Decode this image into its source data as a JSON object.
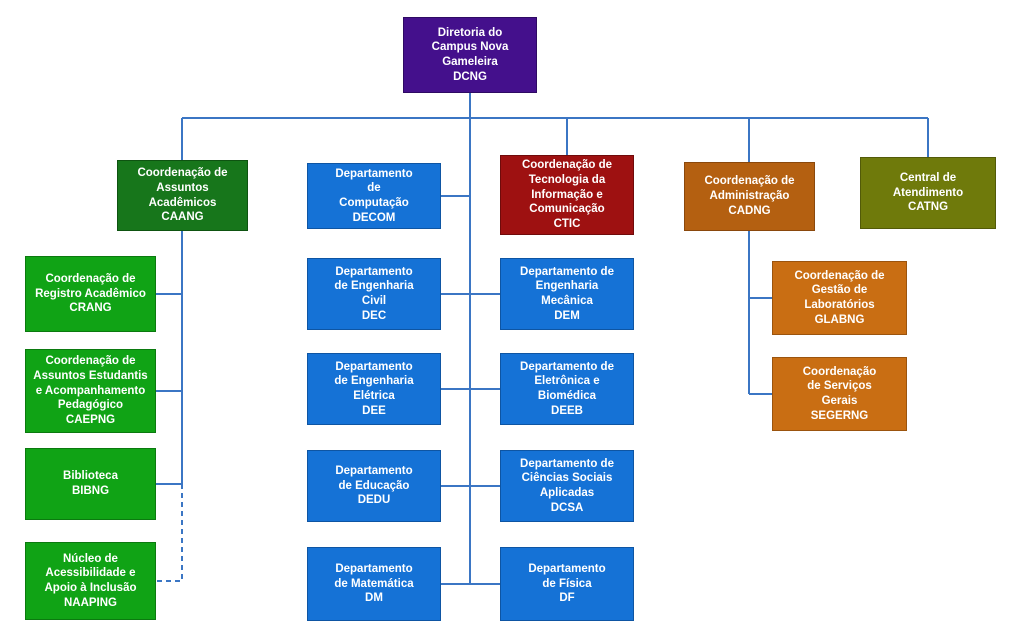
{
  "diagram": {
    "type": "org-chart",
    "subject": "Campus Nova Gameleira"
  },
  "colors": {
    "root_purple": "#44108C",
    "coordination_dark_green": "#17761B",
    "department_blue": "#1572D6",
    "it_dark_red": "#9E1111",
    "administration_brown": "#B46011",
    "service_olive": "#6F7A0B",
    "sub_coordination_green": "#10A315",
    "sub_coordination_orange": "#C96E13",
    "connector_blue": "#3B76C4",
    "text": "#FFFFFF",
    "background": "#FFFFFF"
  },
  "nodes": {
    "dcng": {
      "text": "Diretoria do\nCampus Nova\nGameleira\nDCNG",
      "acronym": "DCNG"
    },
    "caang": {
      "text": "Coordenação de\nAssuntos\nAcadêmicos\nCAANG",
      "acronym": "CAANG"
    },
    "decom": {
      "text": "Departamento\nde\nComputação\nDECOM",
      "acronym": "DECOM"
    },
    "ctic": {
      "text": "Coordenação de\nTecnologia da\nInformação e\nComunicação\nCTIC",
      "acronym": "CTIC"
    },
    "cadng": {
      "text": "Coordenação de\nAdministração\nCADNG",
      "acronym": "CADNG"
    },
    "catng": {
      "text": "Central de\nAtendimento\nCATNG",
      "acronym": "CATNG"
    },
    "crang": {
      "text": "Coordenação de\nRegistro Acadêmico\nCRANG",
      "acronym": "CRANG"
    },
    "caepng": {
      "text": "Coordenação de\nAssuntos Estudantis\ne Acompanhamento\nPedagógico\nCAEPNG",
      "acronym": "CAEPNG"
    },
    "bibng": {
      "text": "Biblioteca\nBIBNG",
      "acronym": "BIBNG"
    },
    "naaping": {
      "text": "Núcleo de\nAcessibilidade e\nApoio à Inclusão\nNAAPING",
      "acronym": "NAAPING"
    },
    "dec": {
      "text": "Departamento\nde Engenharia\nCivil\nDEC",
      "acronym": "DEC"
    },
    "dee": {
      "text": "Departamento\nde Engenharia\nElétrica\nDEE",
      "acronym": "DEE"
    },
    "dedu": {
      "text": "Departamento\nde Educação\nDEDU",
      "acronym": "DEDU"
    },
    "dm": {
      "text": "Departamento\nde Matemática\nDM",
      "acronym": "DM"
    },
    "dem": {
      "text": "Departamento de\nEngenharia\nMecânica\nDEM",
      "acronym": "DEM"
    },
    "deeb": {
      "text": "Departamento de\nEletrônica e\nBiomédica\nDEEB",
      "acronym": "DEEB"
    },
    "dcsa": {
      "text": "Departamento de\nCiências Sociais\nAplicadas\nDCSA",
      "acronym": "DCSA"
    },
    "df": {
      "text": "Departamento\nde Física\nDF",
      "acronym": "DF"
    },
    "glabng": {
      "text": "Coordenação de\nGestão de\nLaboratórios\nGLABNG",
      "acronym": "GLABNG"
    },
    "segerng": {
      "text": "Coordenação\nde Serviços\nGerais\nSEGERNG",
      "acronym": "SEGERNG"
    }
  },
  "edges": [
    {
      "from": "DCNG",
      "to": "CAANG",
      "style": "solid"
    },
    {
      "from": "DCNG",
      "to": "DECOM",
      "style": "solid"
    },
    {
      "from": "DCNG",
      "to": "CTIC",
      "style": "solid"
    },
    {
      "from": "DCNG",
      "to": "CADNG",
      "style": "solid"
    },
    {
      "from": "DCNG",
      "to": "CATNG",
      "style": "solid"
    },
    {
      "from": "DCNG",
      "to": "DEC",
      "style": "solid"
    },
    {
      "from": "DCNG",
      "to": "DEE",
      "style": "solid"
    },
    {
      "from": "DCNG",
      "to": "DEDU",
      "style": "solid"
    },
    {
      "from": "DCNG",
      "to": "DM",
      "style": "solid"
    },
    {
      "from": "DCNG",
      "to": "DEM",
      "style": "solid"
    },
    {
      "from": "DCNG",
      "to": "DEEB",
      "style": "solid"
    },
    {
      "from": "DCNG",
      "to": "DCSA",
      "style": "solid"
    },
    {
      "from": "DCNG",
      "to": "DF",
      "style": "solid"
    },
    {
      "from": "CAANG",
      "to": "CRANG",
      "style": "solid"
    },
    {
      "from": "CAANG",
      "to": "CAEPNG",
      "style": "solid"
    },
    {
      "from": "CAANG",
      "to": "BIBNG",
      "style": "solid"
    },
    {
      "from": "CAANG",
      "to": "NAAPING",
      "style": "dashed"
    },
    {
      "from": "CADNG",
      "to": "GLABNG",
      "style": "solid"
    },
    {
      "from": "CADNG",
      "to": "SEGERNG",
      "style": "solid"
    }
  ]
}
